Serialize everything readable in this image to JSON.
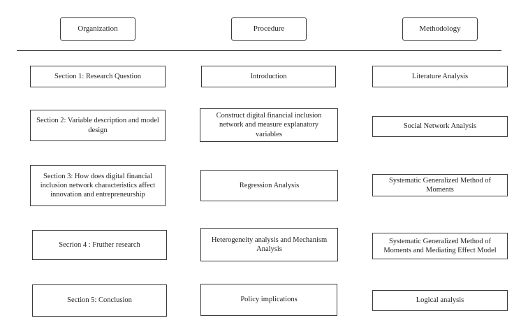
{
  "headers": {
    "organization": "Organization",
    "procedure": "Procedure",
    "methodology": "Methodology"
  },
  "rows": [
    {
      "organization": "Section 1: Research Question",
      "procedure": "Introduction",
      "methodology": "Literature Analysis"
    },
    {
      "organization": "Section 2: Variable description and model design",
      "procedure": "Construct digital financial inclusion network and measure explanatory variables",
      "methodology": "Social Network Analysis"
    },
    {
      "organization": "Section 3: How does digital financial inclusion network characteristics affect innovation and entrepreneurship",
      "procedure": "Regression Analysis",
      "methodology": "Systematic Generalized Method of Moments"
    },
    {
      "organization": "Secrion 4 : Fruther research",
      "procedure": "Heterogeneity analysis and Mechanism Analysis",
      "methodology": "Systematic Generalized Method of Moments and Mediating Effect Model"
    },
    {
      "organization": "Section 5: Conclusion",
      "procedure": "Policy implications",
      "methodology": "Logical analysis"
    }
  ]
}
